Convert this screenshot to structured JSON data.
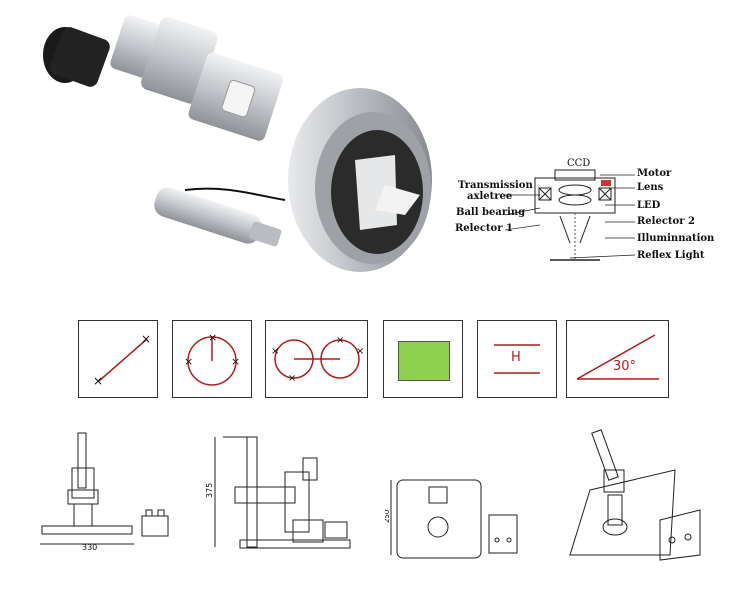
{
  "diagram": {
    "labels": {
      "ccd": "CCD",
      "motor": "Motor",
      "lens": "Lens",
      "transmission_line1": "Transmission",
      "transmission_line2": "axletree",
      "led": "LED",
      "ball_bearing": "Ball bearing",
      "relector2": "Relector 2",
      "relector1": "Relector 1",
      "illumination": "Illuminnation",
      "reflex_light": "Reflex Light"
    }
  },
  "measurement_icons": {
    "height_label": "H",
    "angle_label": "30°"
  },
  "dimensions": {
    "width_a": "330",
    "height_b": "375",
    "depth_c": "250"
  },
  "colors": {
    "measure_red": "#b01c1c",
    "area_green": "#8fd14f",
    "metal": "#c9ccd0"
  }
}
